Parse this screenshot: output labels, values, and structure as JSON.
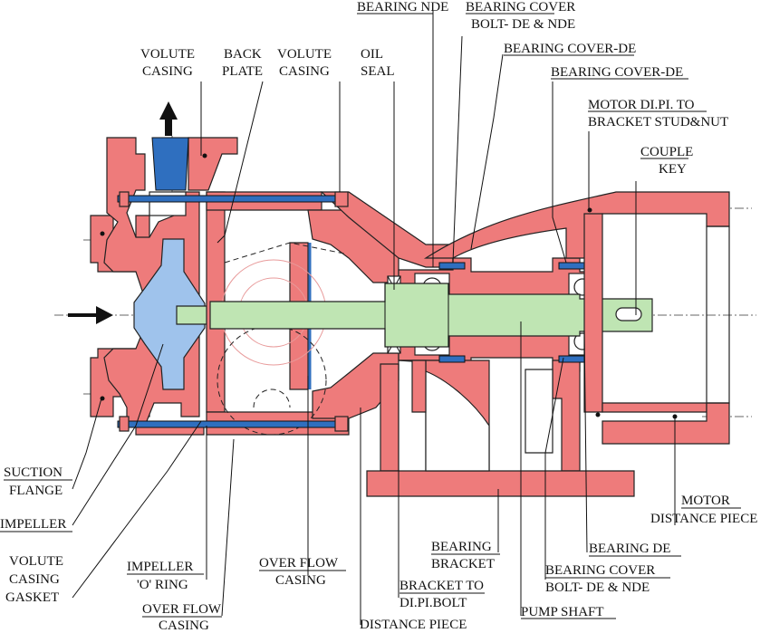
{
  "labels": {
    "bearing_nde": "BEARING NDE",
    "bearing_cover_bolt_top_1": "BEARING COVER",
    "bearing_cover_bolt_top_2": "BOLT- DE & NDE",
    "bearing_cover_de_1": "BEARING COVER-DE",
    "bearing_cover_de_2": "BEARING COVER-DE",
    "motor_dipi_1": "MOTOR DI.PI. TO",
    "motor_dipi_2": "BRACKET STUD&NUT",
    "couple_key_1": "COUPLE",
    "couple_key_2": "KEY",
    "volute_casing_left_1": "VOLUTE",
    "volute_casing_left_2": "CASING",
    "back_plate_1": "BACK",
    "back_plate_2": "PLATE",
    "volute_casing_mid_1": "VOLUTE",
    "volute_casing_mid_2": "CASING",
    "oil_seal_1": "OIL",
    "oil_seal_2": "SEAL",
    "suction_flange_1": "SUCTION",
    "suction_flange_2": "FLANGE",
    "impeller": "IMPELLER",
    "volute_gasket_1": "VOLUTE",
    "volute_gasket_2": "CASING",
    "volute_gasket_3": "GASKET",
    "impeller_oring_1": "IMPELLER",
    "impeller_oring_2": "'O' RING",
    "overflow_casing_bottom_1": "OVER FLOW",
    "overflow_casing_bottom_2": "CASING",
    "overflow_casing_mid_1": "OVER FLOW",
    "overflow_casing_mid_2": "CASING",
    "distance_piece": "DISTANCE PIECE",
    "bracket_bolt_1": "BRACKET TO",
    "bracket_bolt_2": "DI.PI.BOLT",
    "pump_shaft": "PUMP SHAFT",
    "bearing_bracket_1": "BEARING",
    "bearing_bracket_2": "BRACKET",
    "bearing_cover_bolt_bottom_1": "BEARING COVER",
    "bearing_cover_bolt_bottom_2": "BOLT- DE & NDE",
    "bearing_de": "BEARING DE",
    "motor_distance_1": "MOTOR",
    "motor_distance_2": "DISTANCE PIECE"
  },
  "colors": {
    "casing": "#ee7b7b",
    "shaft": "#bfe5b3",
    "impeller": "#9fc3ec",
    "studs": "#2f6fbf"
  }
}
